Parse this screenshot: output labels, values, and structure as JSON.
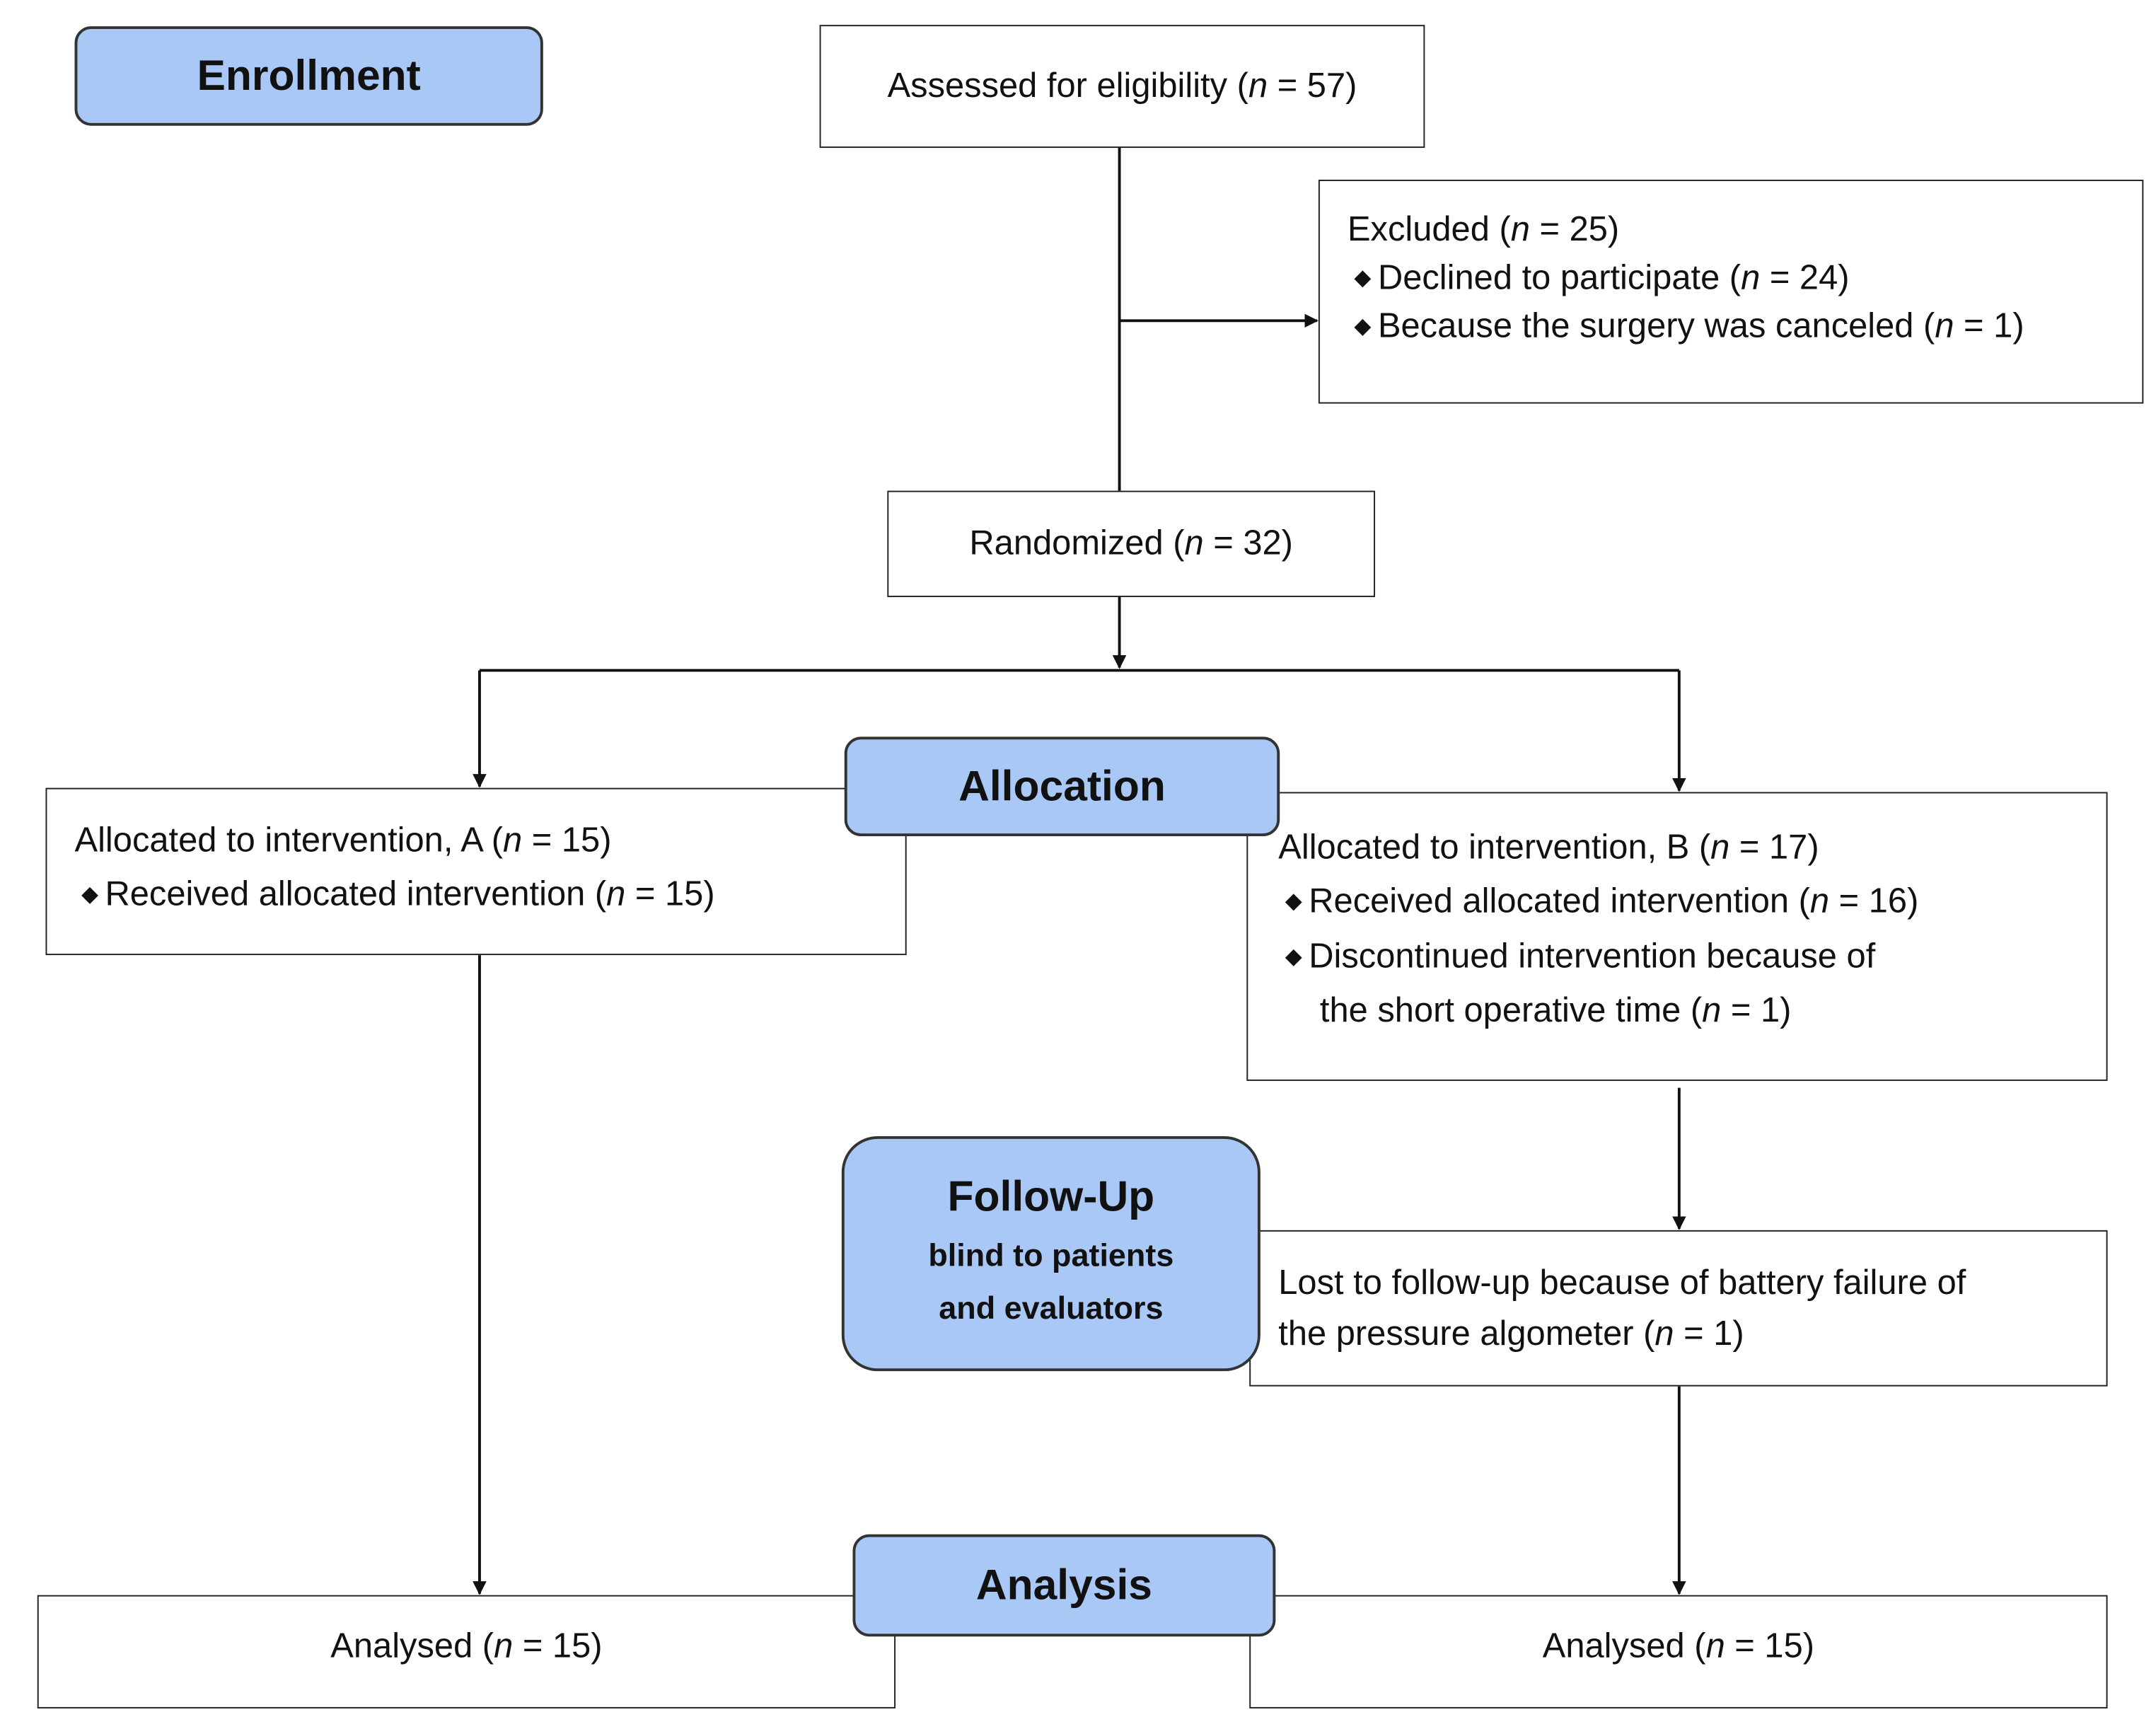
{
  "stages": {
    "enrollment": "Enrollment",
    "allocation": "Allocation",
    "followup": {
      "title": "Follow-Up",
      "sub1": "blind to patients",
      "sub2": "and evaluators"
    },
    "analysis": "Analysis"
  },
  "bullet_icon": "diamond-bullet",
  "n_symbol": "n",
  "assessed": {
    "pre": "Assessed for eligibility (",
    "post": " = 57)"
  },
  "excluded": {
    "title": {
      "pre": "Excluded (",
      "post": " = 25)"
    },
    "items": [
      {
        "pre": "Declined to participate (",
        "post": " = 24)"
      },
      {
        "pre": "Because the surgery was canceled (",
        "post": " = 1)"
      }
    ]
  },
  "randomized": {
    "pre": "Randomized (",
    "post": " = 32)"
  },
  "group_a": {
    "title": {
      "pre": "Allocated to intervention, A (",
      "post": " = 15)"
    },
    "item": {
      "pre": "Received allocated intervention (",
      "post": " = 15)"
    }
  },
  "group_b": {
    "title": {
      "pre": "Allocated to intervention, B (",
      "post": " = 17)"
    },
    "item1": {
      "pre": "Received allocated intervention (",
      "post": " = 16)"
    },
    "item2_line1": "Discontinued intervention because of",
    "item2_line2": {
      "pre": "the short operative time (",
      "post": " = 1)"
    }
  },
  "lost": {
    "line1": "Lost to follow-up because of battery failure of",
    "line2": {
      "pre": "the pressure algometer (",
      "post": " = 1)"
    }
  },
  "analysed_a": {
    "pre": "Analysed (",
    "post": " = 15)"
  },
  "analysed_b": {
    "pre": "Analysed (",
    "post": " = 15)"
  }
}
